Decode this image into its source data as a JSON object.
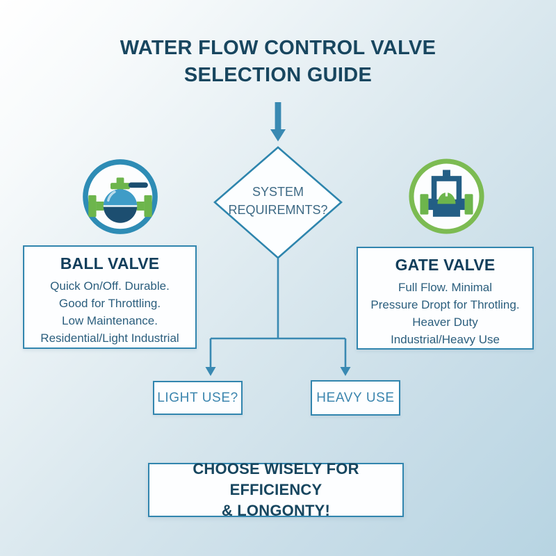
{
  "header": {
    "title": "WATER FLOW CONTROL VALVE\nSELECTION GUIDE"
  },
  "flow": {
    "decision": "SYSTEM\nREQUIREMNTS?",
    "branch_left": "LIGHT USE?",
    "branch_right": "HEAVY USE"
  },
  "cards": {
    "ball": {
      "icon": "ball-valve-icon",
      "title": "BALL VALVE",
      "description": "Quick On/Off. Durable.\nGood for Throttling.\nLow Maintenance.\nResidential/Light Industrial"
    },
    "gate": {
      "icon": "gate-valve-icon",
      "title": "GATE VALVE",
      "description": "Full Flow. Minimal\nPressure Dropt for Throtling.\nHeaver Duty\nIndustrial/Heavy Use"
    }
  },
  "footer": {
    "message": "CHOOSE WISELY FOR EFFICIENCY\n& LONGONTY!"
  },
  "colors": {
    "dark_navy_text": "#18465f",
    "body_text": "#2b5e7d",
    "accent_border_blue": "#3185ae",
    "line_blue": "#3989b2",
    "branch_text_blue": "#3b85ae",
    "icon_green": "#6db54c",
    "gate_ring_green": "#7cbb52",
    "icon_navy": "#1c4e70",
    "sphere_light_blue": "#3f9cc7",
    "background_top_left": "#ffffff",
    "background_bottom_right": "#b7d4e2"
  }
}
